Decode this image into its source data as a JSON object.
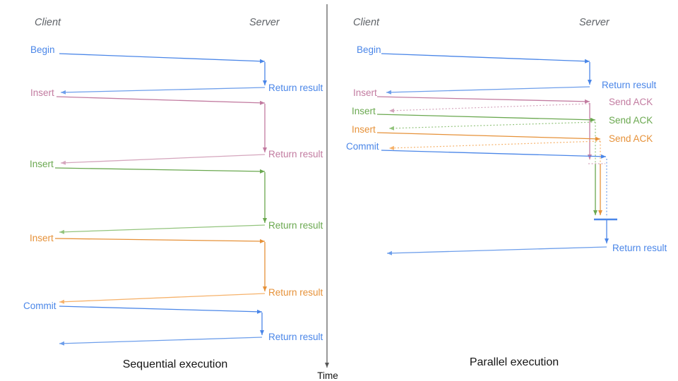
{
  "time_axis": {
    "label": "Time"
  },
  "colors": {
    "blue": "#4a86e8",
    "blue_light": "#6d9eeb",
    "pink": "#c27ba0",
    "pink_light": "#d5a6bd",
    "green": "#6aa84f",
    "green_light": "#93c47d",
    "orange": "#e69138",
    "orange_light": "#f6b26b",
    "axis_gray": "#555555",
    "header_gray": "#5f6368"
  },
  "left": {
    "client_label": "Client",
    "server_label": "Server",
    "title": "Sequential execution",
    "ops": [
      {
        "name": "Begin",
        "result": "Return result"
      },
      {
        "name": "Insert",
        "result": "Return result"
      },
      {
        "name": "Insert",
        "result": "Return result"
      },
      {
        "name": "Insert",
        "result": "Return result"
      },
      {
        "name": "Commit",
        "result": "Return result"
      }
    ]
  },
  "right": {
    "client_label": "Client",
    "server_label": "Server",
    "title": "Parallel execution",
    "ops": [
      {
        "name": "Begin",
        "result": "Return result"
      },
      {
        "name": "Insert",
        "ack": "Send ACK"
      },
      {
        "name": "Insert",
        "ack": "Send ACK"
      },
      {
        "name": "Insert",
        "ack": "Send ACK"
      },
      {
        "name": "Commit",
        "result": "Return result"
      }
    ]
  }
}
